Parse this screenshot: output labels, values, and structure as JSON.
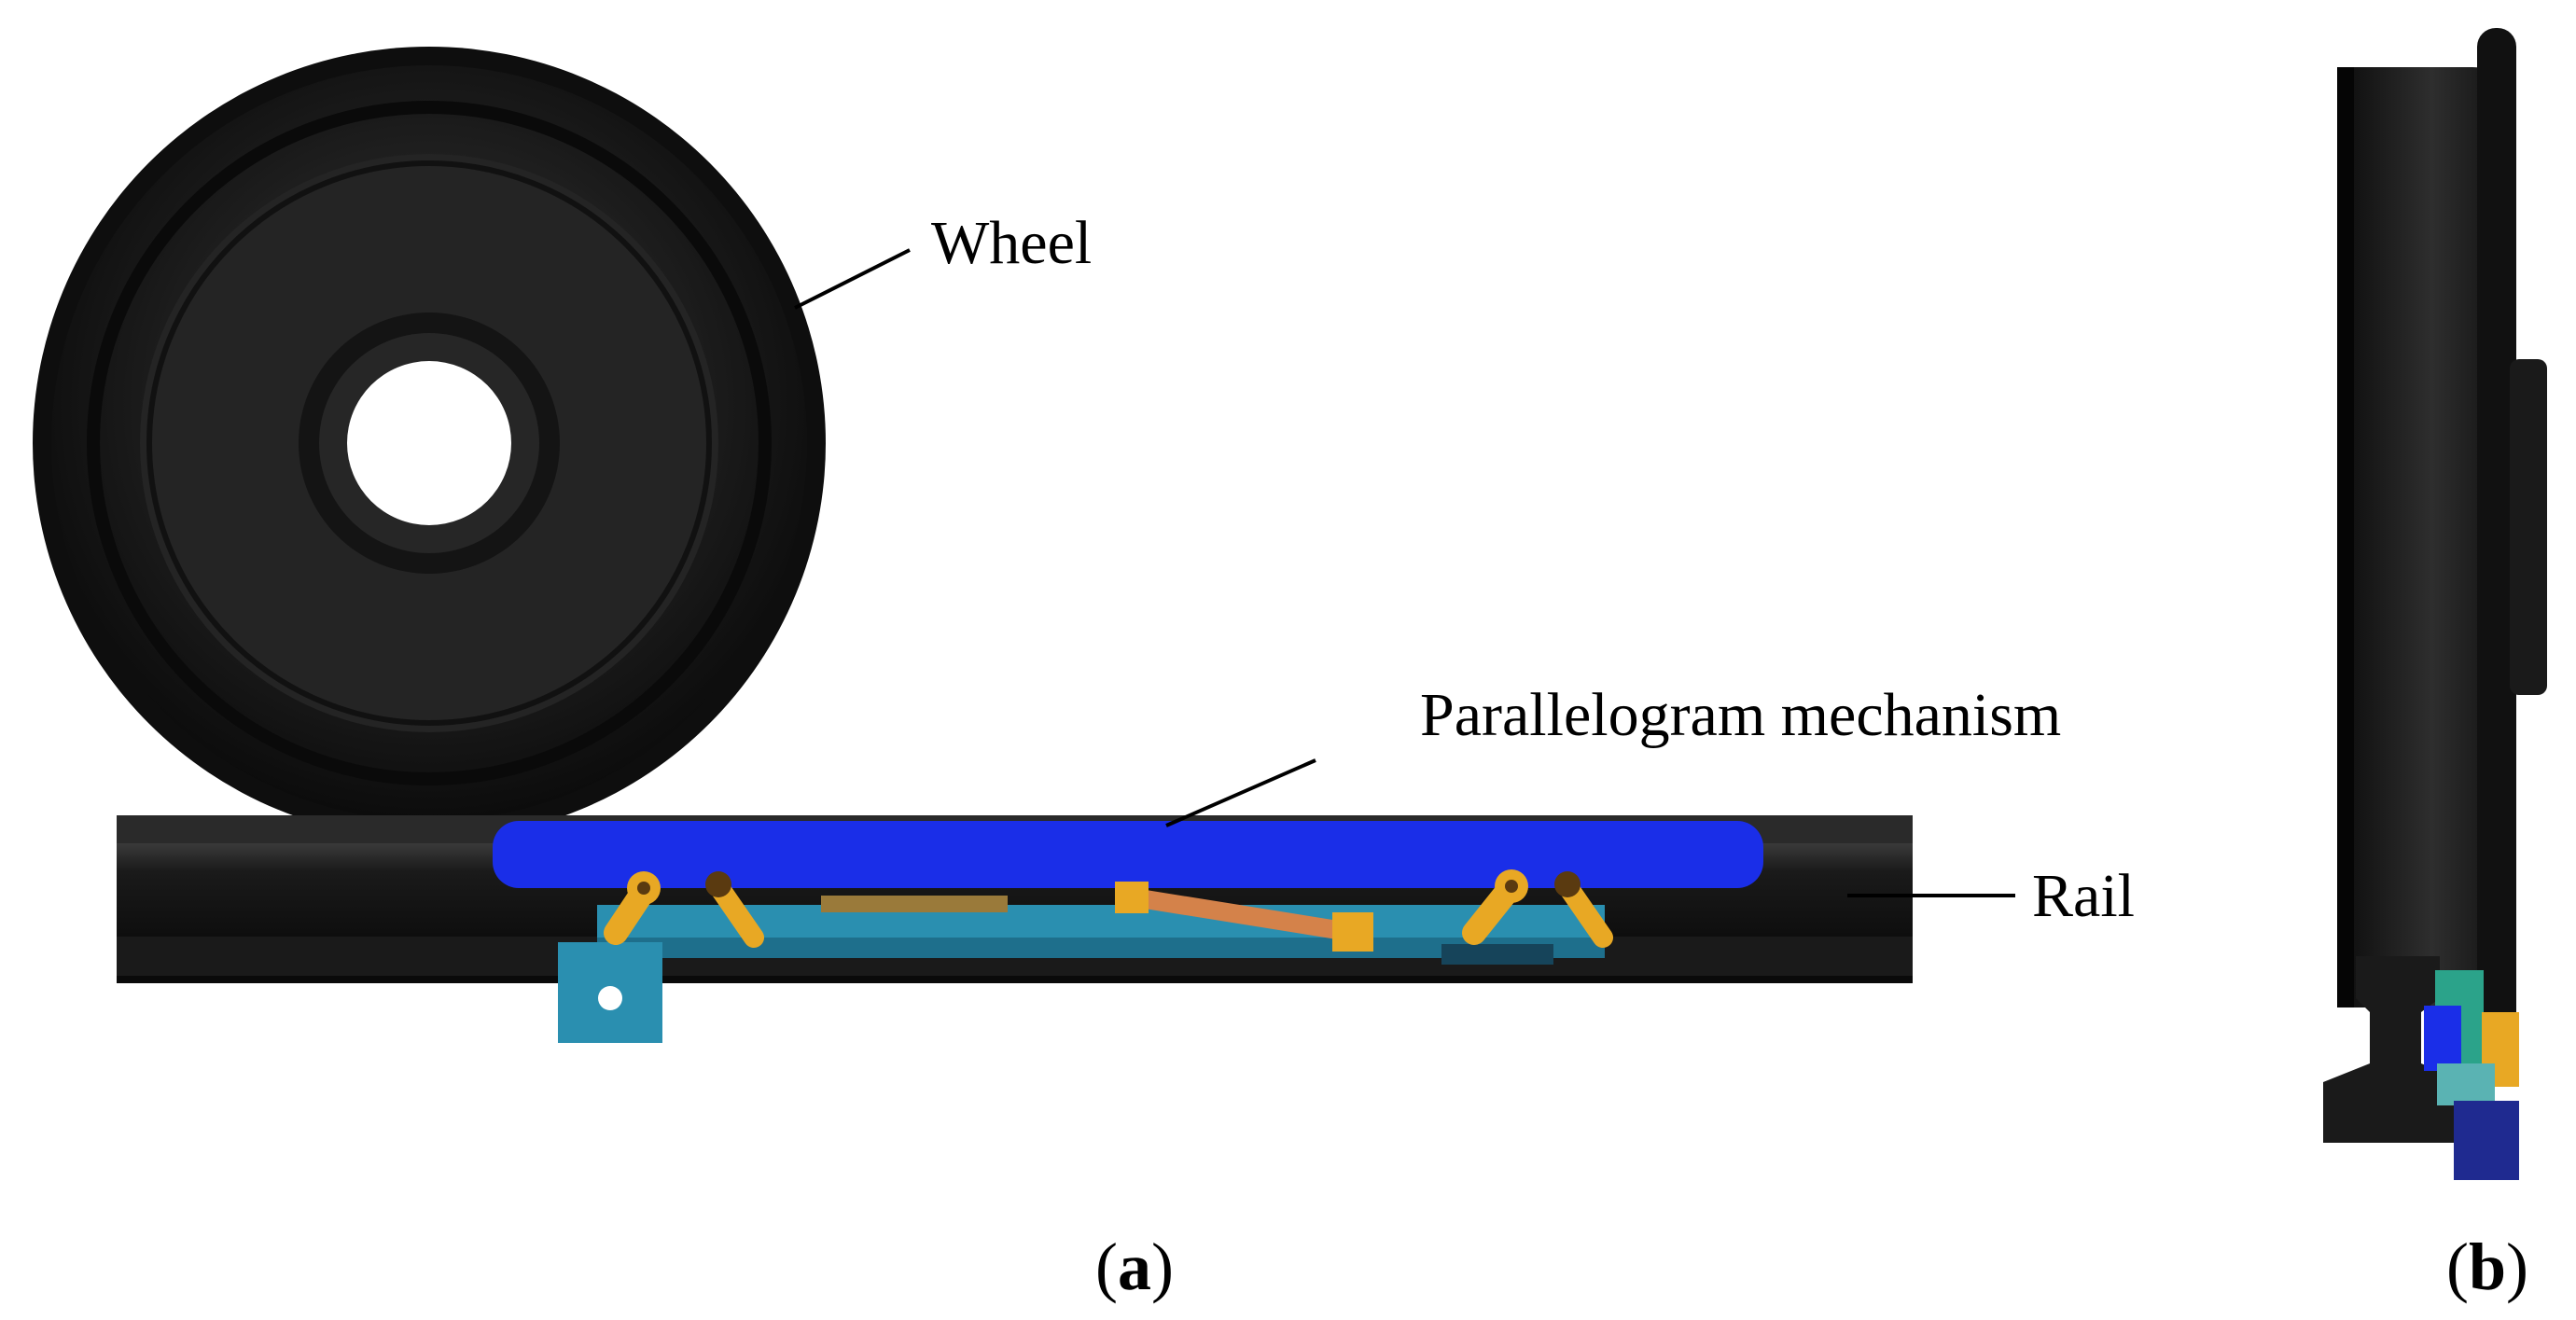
{
  "labels": {
    "wheel": "Wheel",
    "mechanism": "Parallelogram mechanism",
    "rail": "Rail"
  },
  "panels": {
    "a": {
      "open": "(",
      "letter": "a",
      "close": ")"
    },
    "b": {
      "open": "(",
      "letter": "b",
      "close": ")"
    }
  },
  "colors": {
    "wheel": "#141414",
    "rail": "#1c1c1c",
    "parallelogram_bar": "#1a2ee8",
    "links": "#e8a824",
    "frame": "#2a8fb0",
    "actuator": "#d4824a",
    "background": "#ffffff"
  }
}
